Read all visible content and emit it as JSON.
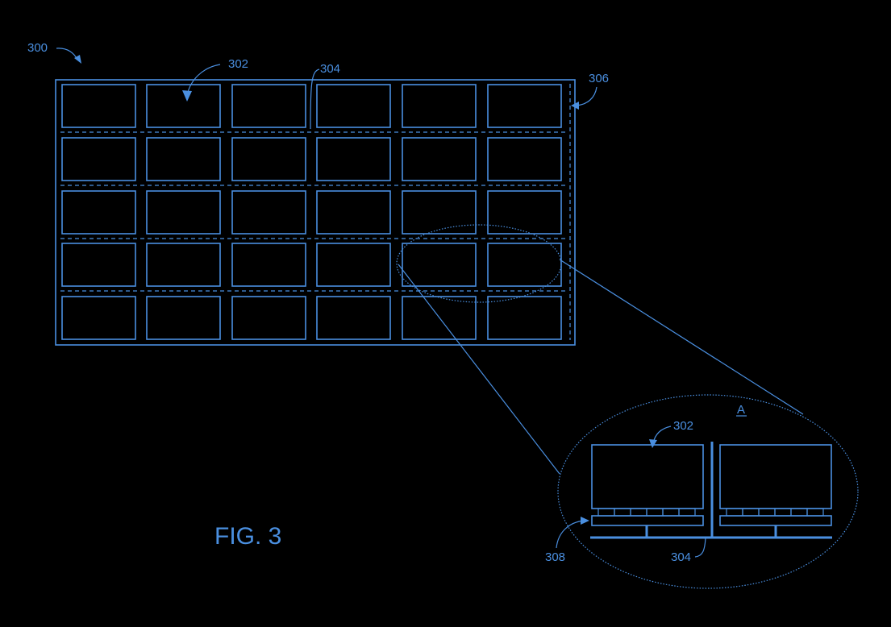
{
  "figure": {
    "title": "FIG. 3",
    "refs": {
      "system": "300",
      "panel": "302",
      "divider": "304",
      "frame": "306",
      "connector": "308",
      "panel_detail": "302",
      "divider_detail": "304"
    },
    "detail_label": "A"
  },
  "style": {
    "line_color": "#4a8fe0",
    "background": "#000000"
  }
}
